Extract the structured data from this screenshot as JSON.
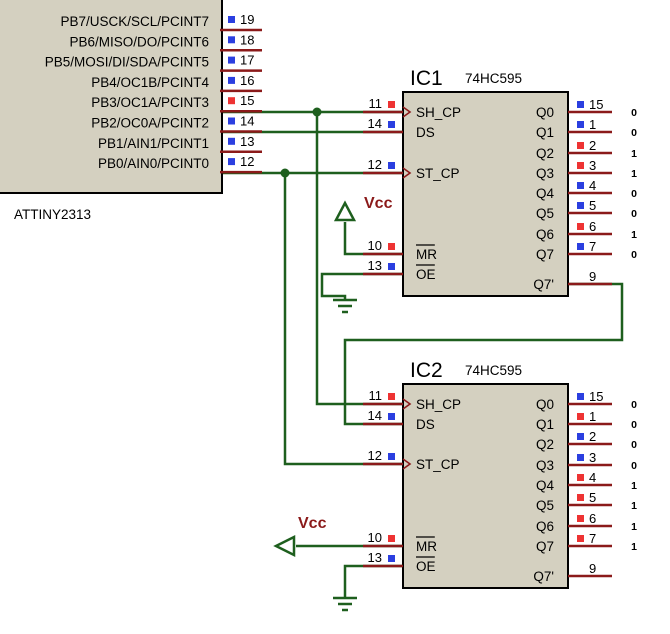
{
  "mcu": {
    "name": "ATTINY2313",
    "pins": [
      {
        "label": "PB7/USCK/SCL/PCINT7",
        "num": "19",
        "state": "low"
      },
      {
        "label": "PB6/MISO/DO/PCINT6",
        "num": "18",
        "state": "low"
      },
      {
        "label": "PB5/MOSI/DI/SDA/PCINT5",
        "num": "17",
        "state": "low"
      },
      {
        "label": "PB4/OC1B/PCINT4",
        "num": "16",
        "state": "low"
      },
      {
        "label": "PB3/OC1A/PCINT3",
        "num": "15",
        "state": "high"
      },
      {
        "label": "PB2/OC0A/PCINT2",
        "num": "14",
        "state": "low"
      },
      {
        "label": "PB1/AIN1/PCINT1",
        "num": "13",
        "state": "low"
      },
      {
        "label": "PB0/AIN0/PCINT0",
        "num": "12",
        "state": "low"
      }
    ]
  },
  "chips": [
    {
      "name": "IC1",
      "part": "74HC595",
      "left_pins": [
        {
          "num": "11",
          "label": "SH_CP",
          "state": "high",
          "clock": true,
          "overbar": false
        },
        {
          "num": "14",
          "label": "DS",
          "state": "low",
          "clock": false,
          "overbar": false
        },
        {
          "num": "12",
          "label": "ST_CP",
          "state": "low",
          "clock": true,
          "overbar": false
        },
        {
          "num": "10",
          "label": "MR",
          "state": "high",
          "clock": false,
          "overbar": true
        },
        {
          "num": "13",
          "label": "OE",
          "state": "low",
          "clock": false,
          "overbar": true
        }
      ],
      "right_pins": [
        {
          "num": "15",
          "label": "Q0",
          "state": "low",
          "value": "0"
        },
        {
          "num": "1",
          "label": "Q1",
          "state": "low",
          "value": "0"
        },
        {
          "num": "2",
          "label": "Q2",
          "state": "high",
          "value": "1"
        },
        {
          "num": "3",
          "label": "Q3",
          "state": "high",
          "value": "1"
        },
        {
          "num": "4",
          "label": "Q4",
          "state": "low",
          "value": "0"
        },
        {
          "num": "5",
          "label": "Q5",
          "state": "low",
          "value": "0"
        },
        {
          "num": "6",
          "label": "Q6",
          "state": "high",
          "value": "1"
        },
        {
          "num": "7",
          "label": "Q7",
          "state": "low",
          "value": "0"
        },
        {
          "num": "9",
          "label": "Q7'",
          "state": "none",
          "value": ""
        }
      ]
    },
    {
      "name": "IC2",
      "part": "74HC595",
      "left_pins": [
        {
          "num": "11",
          "label": "SH_CP",
          "state": "high",
          "clock": true,
          "overbar": false
        },
        {
          "num": "14",
          "label": "DS",
          "state": "low",
          "clock": false,
          "overbar": false
        },
        {
          "num": "12",
          "label": "ST_CP",
          "state": "low",
          "clock": true,
          "overbar": false
        },
        {
          "num": "10",
          "label": "MR",
          "state": "high",
          "clock": false,
          "overbar": true
        },
        {
          "num": "13",
          "label": "OE",
          "state": "low",
          "clock": false,
          "overbar": true
        }
      ],
      "right_pins": [
        {
          "num": "15",
          "label": "Q0",
          "state": "low",
          "value": "0"
        },
        {
          "num": "1",
          "label": "Q1",
          "state": "high",
          "value": "0"
        },
        {
          "num": "2",
          "label": "Q2",
          "state": "low",
          "value": "0"
        },
        {
          "num": "3",
          "label": "Q3",
          "state": "low",
          "value": "0"
        },
        {
          "num": "4",
          "label": "Q4",
          "state": "high",
          "value": "1"
        },
        {
          "num": "5",
          "label": "Q5",
          "state": "high",
          "value": "1"
        },
        {
          "num": "6",
          "label": "Q6",
          "state": "high",
          "value": "1"
        },
        {
          "num": "7",
          "label": "Q7",
          "state": "high",
          "value": "1"
        },
        {
          "num": "9",
          "label": "Q7'",
          "state": "none",
          "value": ""
        }
      ]
    }
  ],
  "power_labels": [
    "Vcc",
    "Vcc"
  ],
  "colors": {
    "chip_fill": "#d4d0c0",
    "outline": "#000000",
    "pin_line": "#8b1a1a",
    "wire": "#1e5f1e",
    "state_high": "#ee3333",
    "state_low": "#2b3fe0",
    "vcc_text": "#8b1a1a"
  }
}
